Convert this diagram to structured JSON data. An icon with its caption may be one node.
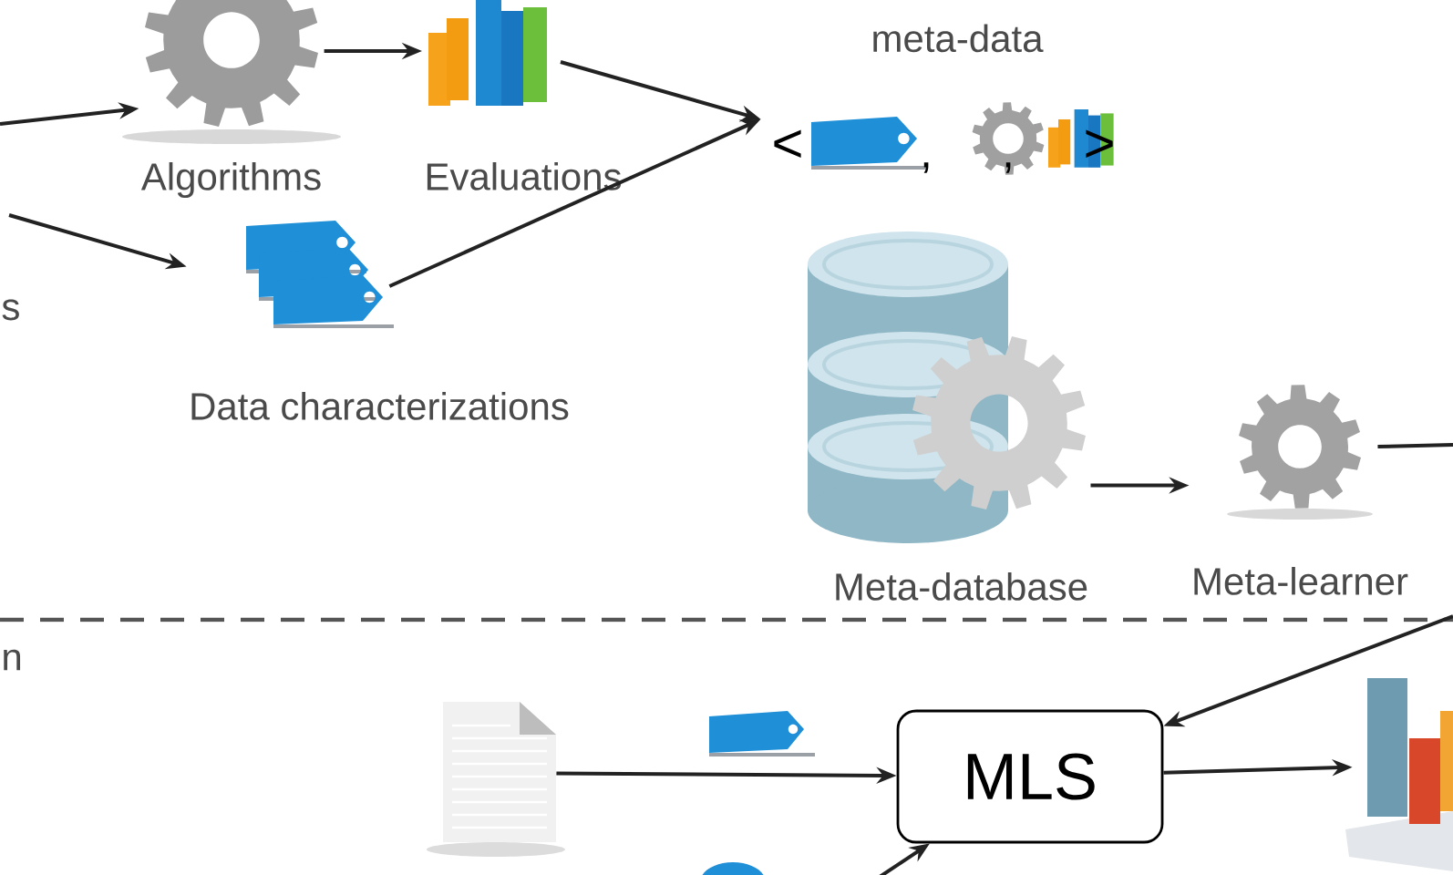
{
  "diagram": {
    "nodes": [
      {
        "text": [
          "Algorithms"
        ]
      },
      {
        "text": [
          "Evaluations"
        ]
      },
      {
        "text": [
          "Data characterizations"
        ]
      },
      {
        "text": [
          "meta-data",
          "<",
          ",",
          ",",
          ">"
        ]
      },
      {
        "text": [
          "Meta-database"
        ]
      },
      {
        "text": [
          "Meta-learner"
        ]
      },
      {
        "text": [],
        "shape": "document"
      },
      {
        "text": [
          "MLS"
        ]
      },
      {
        "text": [],
        "shape": "chart"
      }
    ],
    "edges": [
      {
        "from": null,
        "to": 0,
        "arrow": "to"
      },
      {
        "from": 0,
        "to": 1,
        "arrow": "to"
      },
      {
        "from": null,
        "to": 2,
        "arrow": "to"
      },
      {
        "from": 1,
        "to": 3,
        "arrow": "to"
      },
      {
        "from": 2,
        "to": 3,
        "arrow": "to"
      },
      {
        "from": 4,
        "to": 5,
        "arrow": "to"
      },
      {
        "from": 5,
        "to": null,
        "arrow": "none"
      },
      {
        "from": null,
        "to": 7,
        "arrow": "to"
      },
      {
        "from": 6,
        "to": 7,
        "arrow": "to"
      },
      {
        "from": null,
        "to": 7,
        "arrow": "to"
      },
      {
        "from": 7,
        "to": 8,
        "arrow": "to"
      }
    ],
    "labels": [
      "s",
      "n"
    ]
  }
}
